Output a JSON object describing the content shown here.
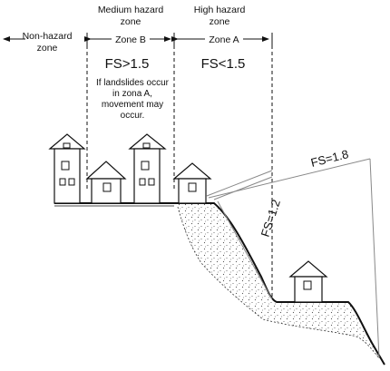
{
  "headers": {
    "medium_hazard": [
      "Medium hazard",
      "zone"
    ],
    "high_hazard": [
      "High hazard",
      "zone"
    ],
    "non_hazard": [
      "Non-hazard",
      "zone"
    ]
  },
  "zones": {
    "zone_b": "Zone B",
    "zone_a": "Zone A"
  },
  "factors": {
    "zone_b_fs": "FS>1.5",
    "zone_a_fs": "FS<1.5",
    "slip_steep": "FS=1.2",
    "slip_shallow": "FS=1.8"
  },
  "note": [
    "If landslides occur",
    "in zona A,",
    "movement may",
    "occur."
  ]
}
